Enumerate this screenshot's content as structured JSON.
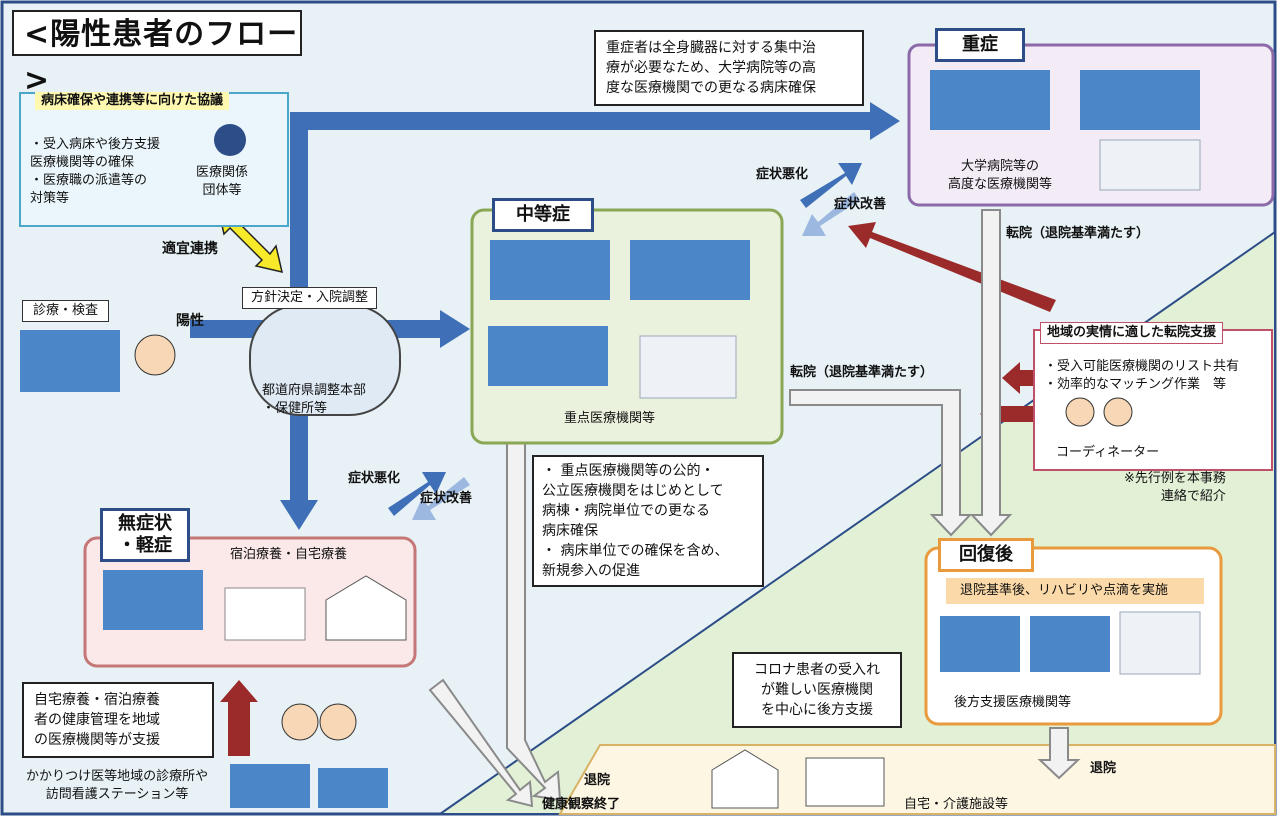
{
  "title": "<陽性患者のフロー>",
  "council": {
    "header": "病床確保や連携等に向けた協議",
    "lines": [
      "・受入病床や後方支援",
      "医療機関等の確保",
      "・医療職の派遣等の",
      "対策等"
    ],
    "org_lines": [
      "医療関係",
      "団体等"
    ]
  },
  "coordination_label": "適宜連携",
  "exam": {
    "label": "診療・検査",
    "positive_label": "陽性"
  },
  "hq": {
    "header": "方針決定・入院調整",
    "lines": [
      "都道府県調整本部",
      "・保健所等"
    ]
  },
  "severe": {
    "header": "重症",
    "note_lines": [
      "重症者は全身臓器に対する集中治",
      "療が必要なため、大学病院等の高",
      "度な医療機関での更なる病床確保"
    ],
    "caption_lines": [
      "大学病院等の",
      "高度な医療機関等"
    ]
  },
  "moderate": {
    "header": "中等症",
    "caption": "重点医療機関等",
    "note_lines": [
      "・ 重点医療機関等の公的・",
      "公立医療機関をはじめとして",
      "病棟・病院単位での更なる",
      "病床確保",
      "・ 病床単位での確保を含め、",
      "新規参入の促進"
    ]
  },
  "mild": {
    "header_lines": [
      "無症状",
      "・軽症"
    ],
    "caption": "宿泊療養・自宅療養"
  },
  "recovery": {
    "header": "回復後",
    "banner": "退院基準後、リハビリや点滴を実施",
    "caption": "後方支援医療機関等",
    "note_lines": [
      "コロナ患者の受入れ",
      "が難しい医療機関",
      "を中心に後方支援"
    ]
  },
  "transfer_support": {
    "header": "地域の実情に適した転院支援",
    "lines": [
      "・受入可能医療機関のリスト共有",
      "・効率的なマッチング作業　等"
    ],
    "coordinator": "コーディネーター",
    "footnote_lines": [
      "※先行例を本事務",
      "連絡で紹介"
    ]
  },
  "home_support": {
    "lines": [
      "自宅療養・宿泊療養",
      "者の健康管理を地域",
      "の医療機関等が支援"
    ],
    "clinic_lines": [
      "かかりつけ医等地域の診療所や",
      "訪問看護ステーション等"
    ]
  },
  "arrow_labels": {
    "worsen_top": "症状悪化",
    "improve_top": "症状改善",
    "worsen_mid": "症状悪化",
    "improve_mid": "症状改善",
    "transfer_severe": "転院（退院基準満たす）",
    "transfer_moderate": "転院（退院基準満たす）",
    "discharge": "退院",
    "discharge_left": "退院",
    "health_end": "健康観察終了",
    "home_care": "自宅・介護施設等"
  },
  "colors": {
    "frame_blue": "#2c4d87",
    "arrow_blue": "#3f6fb6",
    "arrow_red": "#9b2a2a",
    "moderate_fill": "#e9f1dc",
    "recovery_fill": "#e3f0d5",
    "bottom_fill": "#fdf5e2",
    "mild_fill": "#fbe6e6",
    "severe_fill": "#f1e8f5"
  }
}
